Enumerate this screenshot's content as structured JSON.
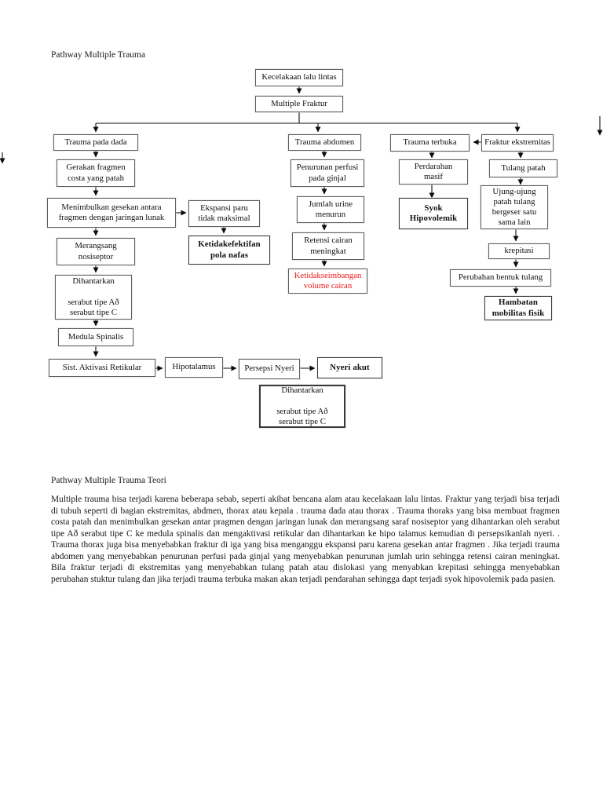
{
  "page": {
    "title": "Pathway Multiple Trauma"
  },
  "colors": {
    "alert_text": "#ee1c1c",
    "box_border": "#5f5f5f",
    "text": "#000000"
  },
  "flowchart": {
    "nodes": {
      "kecelakaan": {
        "label": "Kecelakaan lalu lintas"
      },
      "multiple_fraktur": {
        "label": "Multiple Fraktur"
      },
      "trauma_dada": {
        "label": "Trauma pada dada"
      },
      "gerakan_fragmen": {
        "label": "Gerakan fragmen\ncosta yang patah"
      },
      "menimbulkan_gesekan": {
        "label": "Menimbulkan gesekan antara\nfragmen dengan jaringan lunak"
      },
      "ekspansi_paru": {
        "label": "Ekspansi paru\ntidak maksimal"
      },
      "merangsang_nosiseptor": {
        "label": "Merangsang\nnosiseptor"
      },
      "ketidakefektifan_pola_nafas": {
        "label": "Ketidakefektifan\npola nafas"
      },
      "dihantarkan_serabut_1": {
        "label": "Dihantarkan\n\nserabut tipe Að\nserabut tipe C"
      },
      "medula_spinalis": {
        "label": "Medula Spinalis"
      },
      "sist_aktivasi_retikular": {
        "label": "Sist. Aktivasi Retikular"
      },
      "hipotalamus": {
        "label": "Hipotalamus"
      },
      "persepsi_nyeri": {
        "label": "Persepsi Nyeri"
      },
      "nyeri_akut": {
        "label": "Nyeri akut"
      },
      "dihantarkan_serabut_2": {
        "label": "Dihantarkan\n\nserabut tipe Að\nserabut tipe C"
      },
      "trauma_abdomen": {
        "label": "Trauma abdomen"
      },
      "penurunan_perfusi": {
        "label": "Penurunan perfusi\npada ginjal"
      },
      "jumlah_urine_menurun": {
        "label": "Jumlah urine\nmenurun"
      },
      "retensi_cairan": {
        "label": "Retensi cairan\nmeningkat"
      },
      "ketidakseimbangan_volume": {
        "label": "Ketidakseimbangan\nvolume cairan"
      },
      "trauma_terbuka": {
        "label": "Trauma terbuka"
      },
      "fraktur_ekstremitas": {
        "label": "Fraktur ekstremitas"
      },
      "perdarahan_masif": {
        "label": "Perdarahan\nmasif"
      },
      "tulang_patah": {
        "label": "Tulang patah"
      },
      "syok_hipovolemik": {
        "label": "Syok\nHipovolemik"
      },
      "ujung_ujung": {
        "label": "Ujung-ujung\npatah tulang\nbergeser satu\nsama lain"
      },
      "krepitasi": {
        "label": "krepitasi"
      },
      "perubahan_bentuk": {
        "label": "Perubahan bentuk tulang"
      },
      "hambatan_mobilitas": {
        "label": "Hambatan\nmobilitas fisik"
      }
    }
  },
  "teori": {
    "heading": "Pathway Multiple Trauma Teori",
    "paragraph": "Multiple trauma bisa terjadi karena beberapa sebab, seperti akibat bencana alam atau kecelakaan lalu lintas. Fraktur yang terjadi bisa terjadi di tubuh seperti di bagian ekstremitas, abdmen,  thorax atau kepala . trauma dada atau thorax . Trauma thoraks yang bisa membuat fragmen costa patah dan menimbulkan gesekan antar pragmen dengan jaringan lunak dan merangsang saraf nosiseptor yang dihantarkan oleh serabut tipe Að serabut tipe C ke medula spinalis dan mengaktivasi retikular dan dihantarkan ke hipo talamus kemudian di persepsikanlah nyeri. . Trauma thorax juga bisa menyebabkan fraktur di iga yang bisa menganggu ekspansi paru karena gesekan antar fragmen .  Jika terjadi trauma abdomen yang menyebabkan penurunan perfusi pada ginjal yang menyebabkan penurunan jumlah urin  sehingga retensi cairan meningkat. Bila fraktur terjadi di  ekstremitas yang menyebabkan tulang patah atau dislokasi yang menyabkan krepitasi  sehingga menyebabkan perubahan stuktur tulang dan jika terjadi trauma terbuka makan akan terjadi pendarahan sehingga dapt terjadi syok hipovolemik pada pasien."
  }
}
